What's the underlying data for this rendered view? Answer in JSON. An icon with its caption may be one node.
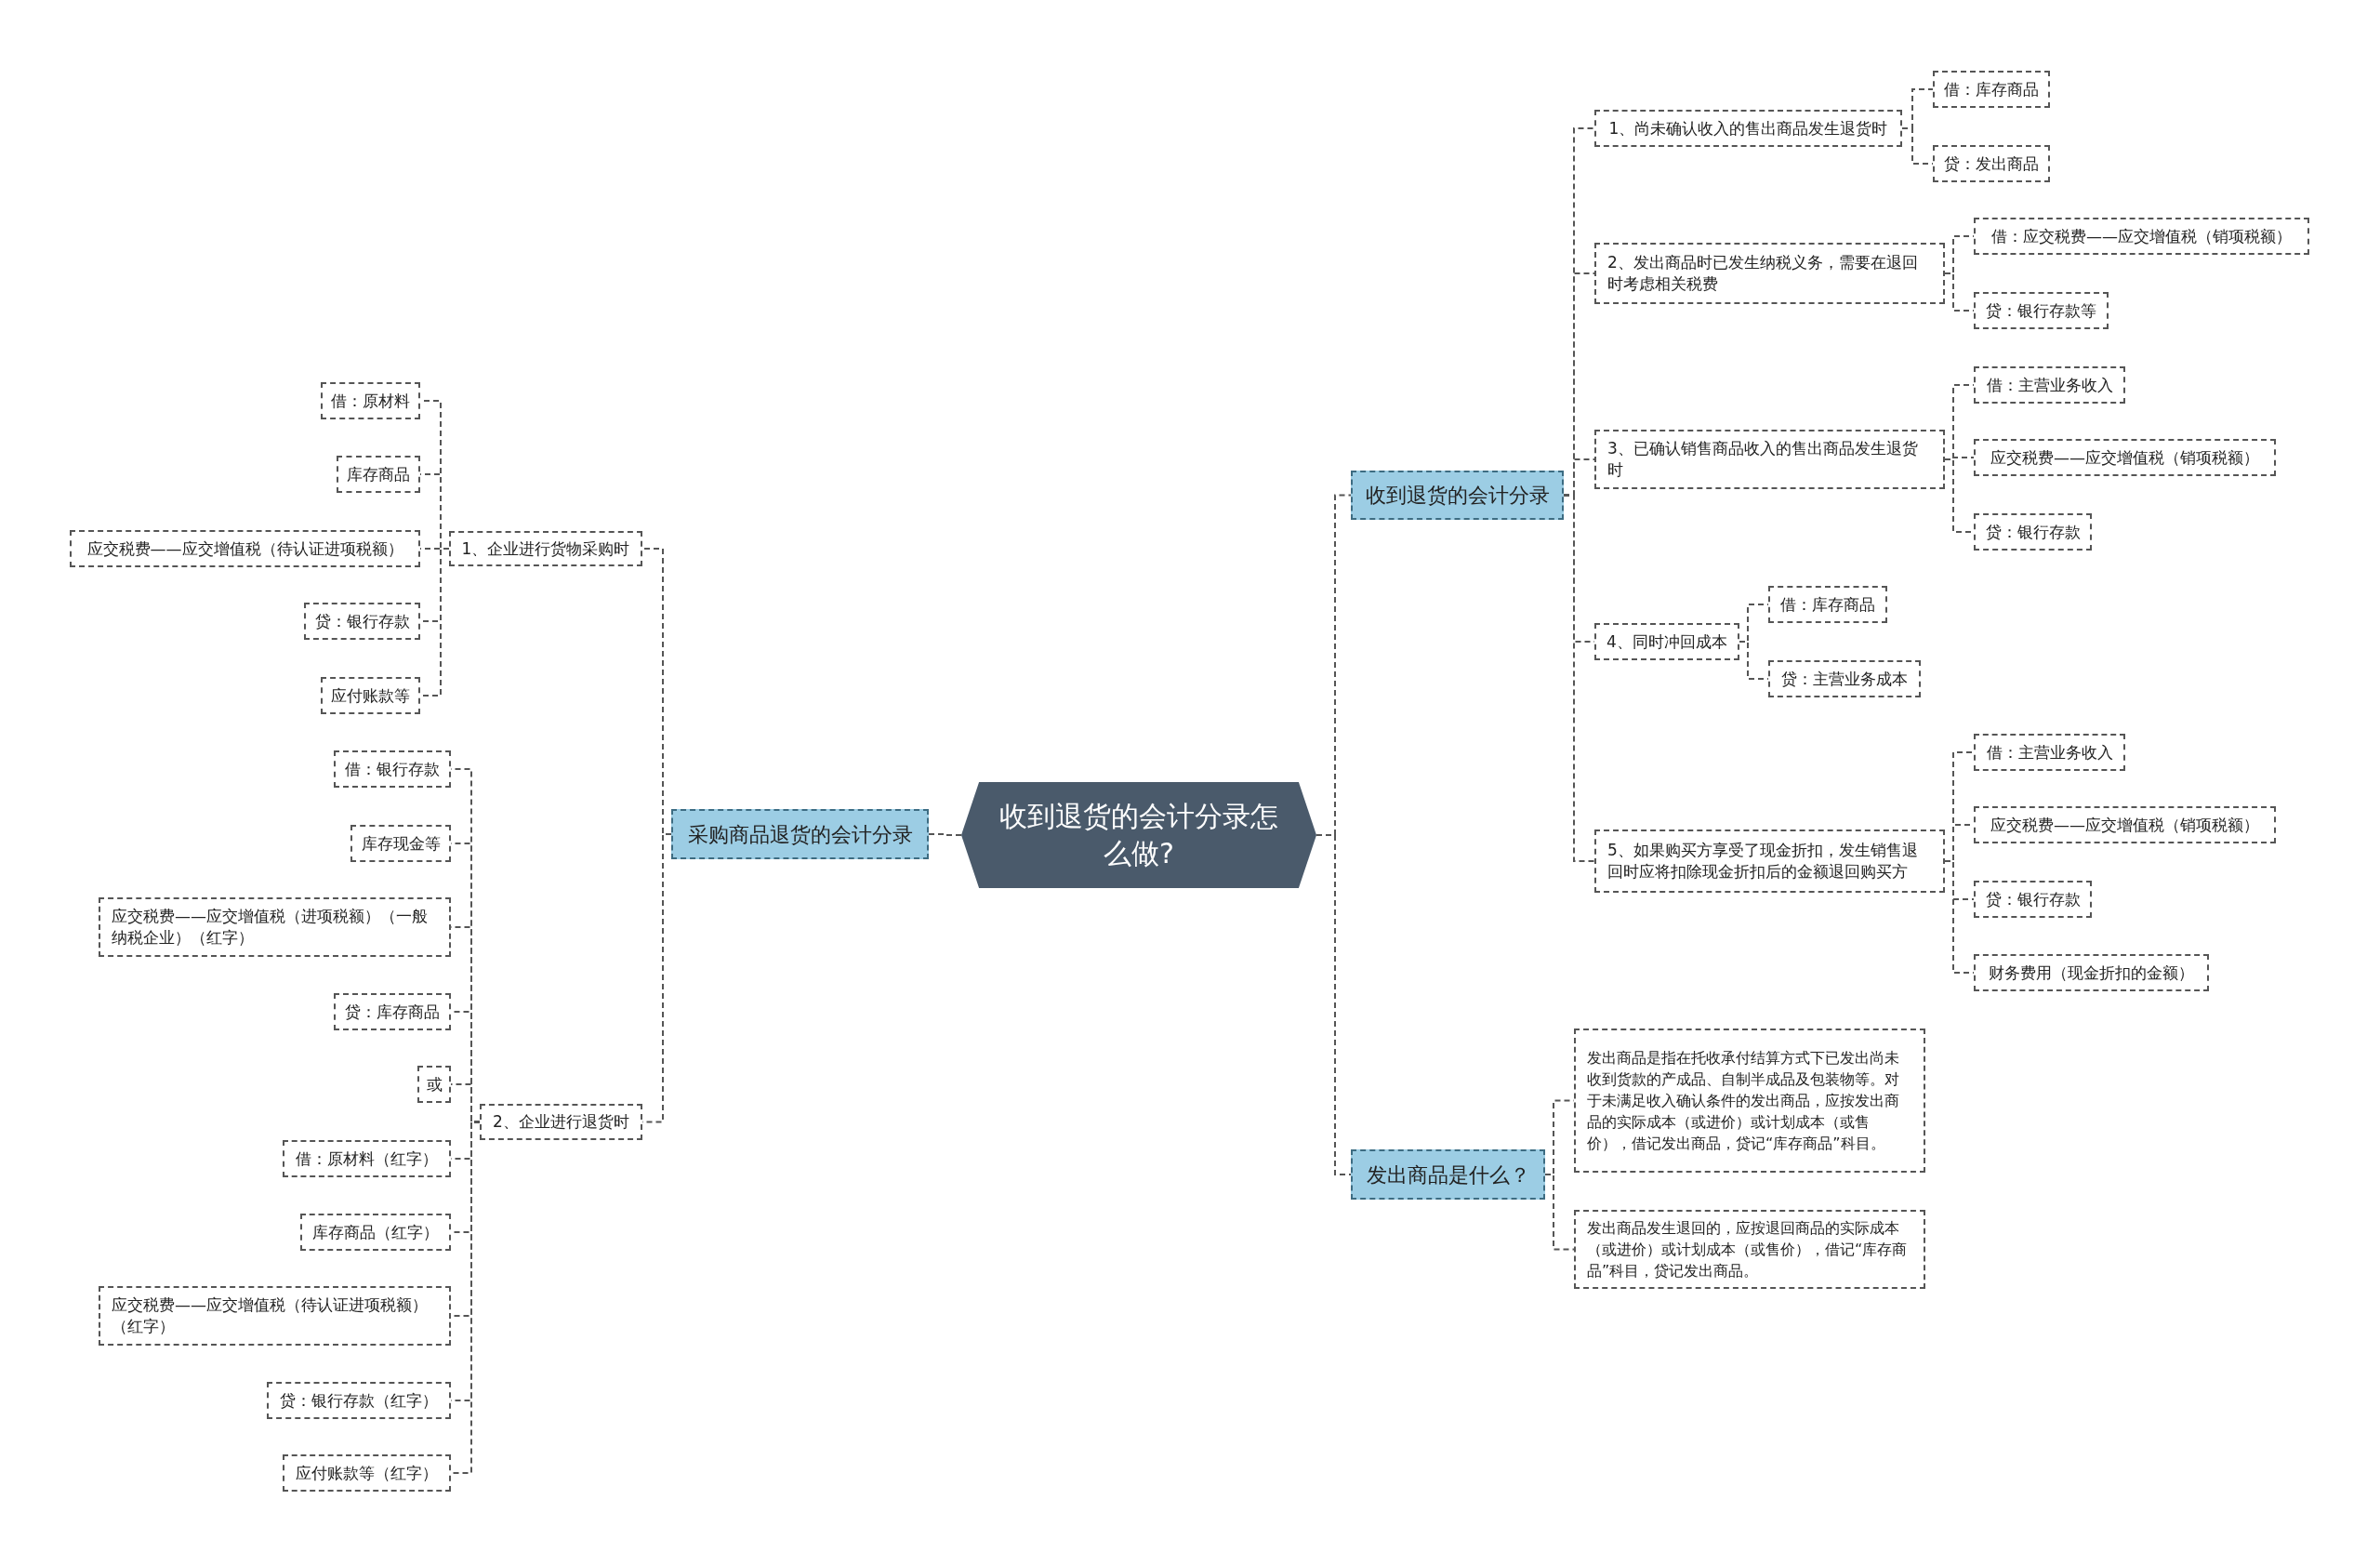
{
  "diagram": {
    "nodes": [
      {
        "text": [
          "收到退货的会计分录怎么做?"
        ]
      },
      {
        "text": [
          "采购商品退货的会计分录"
        ]
      },
      {
        "text": [
          "1、企业进行货物采购时"
        ]
      },
      {
        "text": [
          "借：原材料"
        ]
      },
      {
        "text": [
          "库存商品"
        ]
      },
      {
        "text": [
          "应交税费——应交增值税（待认证进项税额）"
        ]
      },
      {
        "text": [
          "贷：银行存款"
        ]
      },
      {
        "text": [
          "应付账款等"
        ]
      },
      {
        "text": [
          "2、企业进行退货时"
        ]
      },
      {
        "text": [
          "借：银行存款"
        ]
      },
      {
        "text": [
          "库存现金等"
        ]
      },
      {
        "text": [
          "应交税费——应交增值税（进项税额）（一般纳税企业）（红字）"
        ]
      },
      {
        "text": [
          "贷：库存商品"
        ]
      },
      {
        "text": [
          "或"
        ]
      },
      {
        "text": [
          "借：原材料（红字）"
        ]
      },
      {
        "text": [
          "库存商品（红字）"
        ]
      },
      {
        "text": [
          "应交税费——应交增值税（待认证进项税额）（红字）"
        ]
      },
      {
        "text": [
          "贷：银行存款（红字）"
        ]
      },
      {
        "text": [
          "应付账款等（红字）"
        ]
      },
      {
        "text": [
          "收到退货的会计分录"
        ]
      },
      {
        "text": [
          "1、尚未确认收入的售出商品发生退货时"
        ]
      },
      {
        "text": [
          "借：库存商品"
        ]
      },
      {
        "text": [
          "贷：发出商品"
        ]
      },
      {
        "text": [
          "2、发出商品时已发生纳税义务，需要在退回时考虑相关税费"
        ]
      },
      {
        "text": [
          "借：应交税费——应交增值税（销项税额）"
        ]
      },
      {
        "text": [
          "贷：银行存款等"
        ]
      },
      {
        "text": [
          "3、已确认销售商品收入的售出商品发生退货时"
        ]
      },
      {
        "text": [
          "借：主营业务收入"
        ]
      },
      {
        "text": [
          "应交税费——应交增值税（销项税额）"
        ]
      },
      {
        "text": [
          "贷：银行存款"
        ]
      },
      {
        "text": [
          "4、同时冲回成本"
        ]
      },
      {
        "text": [
          "借：库存商品"
        ]
      },
      {
        "text": [
          "贷：主营业务成本"
        ]
      },
      {
        "text": [
          "5、如果购买方享受了现金折扣，发生销售退回时应将扣除现金折扣后的金额退回购买方"
        ]
      },
      {
        "text": [
          "借：主营业务收入"
        ]
      },
      {
        "text": [
          "应交税费——应交增值税（销项税额）"
        ]
      },
      {
        "text": [
          "贷：银行存款"
        ]
      },
      {
        "text": [
          "财务费用（现金折扣的金额）"
        ]
      },
      {
        "text": [
          "发出商品是什么？"
        ]
      },
      {
        "text": [
          "发出商品是指在托收承付结算方式下已发出尚未收到货款的产成品、自制半成品及包装物等。对于未满足收入确认条件的发出商品，应按发出商品的实际成本（或进价）或计划成本（或售价），借记发出商品，贷记“库存商品”科目。"
        ]
      },
      {
        "text": [
          "发出商品发生退回的，应按退回商品的实际成本（或进价）或计划成本（或售价），借记“库存商品”科目，贷记发出商品。"
        ]
      }
    ],
    "edges": [
      {
        "from": 0,
        "to": 1,
        "arrow": "none"
      },
      {
        "from": 1,
        "to": 2,
        "arrow": "none"
      },
      {
        "from": 2,
        "to": 3,
        "arrow": "none"
      },
      {
        "from": 2,
        "to": 4,
        "arrow": "none"
      },
      {
        "from": 2,
        "to": 5,
        "arrow": "none"
      },
      {
        "from": 2,
        "to": 6,
        "arrow": "none"
      },
      {
        "from": 2,
        "to": 7,
        "arrow": "none"
      },
      {
        "from": 1,
        "to": 8,
        "arrow": "none"
      },
      {
        "from": 8,
        "to": 9,
        "arrow": "none"
      },
      {
        "from": 8,
        "to": 10,
        "arrow": "none"
      },
      {
        "from": 8,
        "to": 11,
        "arrow": "none"
      },
      {
        "from": 8,
        "to": 12,
        "arrow": "none"
      },
      {
        "from": 8,
        "to": 13,
        "arrow": "none"
      },
      {
        "from": 8,
        "to": 14,
        "arrow": "none"
      },
      {
        "from": 8,
        "to": 15,
        "arrow": "none"
      },
      {
        "from": 8,
        "to": 16,
        "arrow": "none"
      },
      {
        "from": 8,
        "to": 17,
        "arrow": "none"
      },
      {
        "from": 8,
        "to": 18,
        "arrow": "none"
      },
      {
        "from": 0,
        "to": 19,
        "arrow": "none"
      },
      {
        "from": 19,
        "to": 20,
        "arrow": "none"
      },
      {
        "from": 20,
        "to": 21,
        "arrow": "none"
      },
      {
        "from": 20,
        "to": 22,
        "arrow": "none"
      },
      {
        "from": 19,
        "to": 23,
        "arrow": "none"
      },
      {
        "from": 23,
        "to": 24,
        "arrow": "none"
      },
      {
        "from": 23,
        "to": 25,
        "arrow": "none"
      },
      {
        "from": 19,
        "to": 26,
        "arrow": "none"
      },
      {
        "from": 26,
        "to": 27,
        "arrow": "none"
      },
      {
        "from": 26,
        "to": 28,
        "arrow": "none"
      },
      {
        "from": 26,
        "to": 29,
        "arrow": "none"
      },
      {
        "from": 19,
        "to": 30,
        "arrow": "none"
      },
      {
        "from": 30,
        "to": 31,
        "arrow": "none"
      },
      {
        "from": 30,
        "to": 32,
        "arrow": "none"
      },
      {
        "from": 19,
        "to": 33,
        "arrow": "none"
      },
      {
        "from": 33,
        "to": 34,
        "arrow": "none"
      },
      {
        "from": 33,
        "to": 35,
        "arrow": "none"
      },
      {
        "from": 33,
        "to": 36,
        "arrow": "none"
      },
      {
        "from": 33,
        "to": 37,
        "arrow": "none"
      },
      {
        "from": 0,
        "to": 38,
        "arrow": "none"
      },
      {
        "from": 38,
        "to": 39,
        "arrow": "none"
      },
      {
        "from": 38,
        "to": 40,
        "arrow": "none"
      }
    ]
  }
}
